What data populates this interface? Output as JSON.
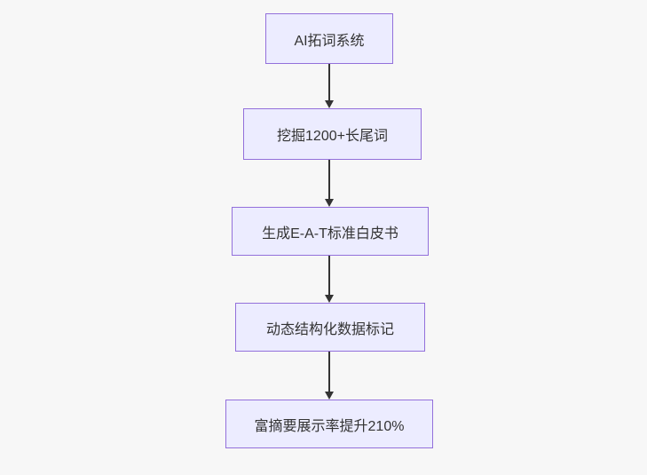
{
  "diagram": {
    "type": "flowchart-top-down",
    "nodes": [
      {
        "id": "A",
        "label": "AI拓词系统"
      },
      {
        "id": "B",
        "label": "挖掘1200+长尾词"
      },
      {
        "id": "C",
        "label": "生成E-A-T标准白皮书"
      },
      {
        "id": "D",
        "label": "动态结构化数据标记"
      },
      {
        "id": "E",
        "label": "富摘要展示率提升210%"
      }
    ],
    "edges": [
      {
        "from": "A",
        "to": "B"
      },
      {
        "from": "B",
        "to": "C"
      },
      {
        "from": "C",
        "to": "D"
      },
      {
        "from": "D",
        "to": "E"
      }
    ],
    "colors": {
      "background": "#f7f7f7",
      "node_fill": "#ECECFF",
      "node_border": "#9370DB",
      "node_text": "#333333",
      "arrow": "#333333"
    }
  }
}
